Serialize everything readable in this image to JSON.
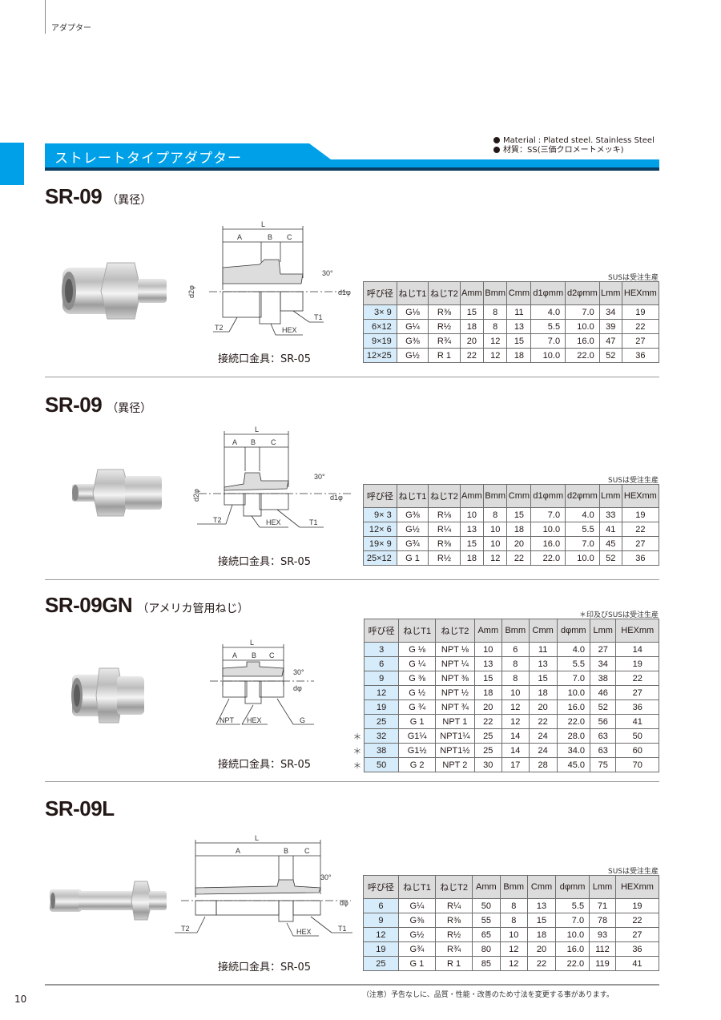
{
  "header": {
    "category": "アダプター"
  },
  "banner": {
    "title": "ストレートタイプアダプター",
    "color": "#00a0e9",
    "shadow_color": "#0a3d62"
  },
  "material": {
    "line1": "Material : Plated steel. Stainless Steel",
    "line2": "材質：SS(三価クロメートメッキ)"
  },
  "sections": [
    {
      "model": "SR-09",
      "subtitle": "（異径）",
      "order_note": "SUSは受注生産",
      "connector": "接続口金具：SR-05",
      "drawing_labels": {
        "L": "L",
        "A": "A",
        "B": "B",
        "C": "C",
        "angle": "30°",
        "d1": "d1φ",
        "d2": "d2φ",
        "T1": "T1",
        "T2": "T2",
        "HEX": "HEX"
      },
      "columns": [
        "呼び径",
        "ねじT1",
        "ねじT2",
        "Amm",
        "Bmm",
        "Cmm",
        "d1φmm",
        "d2φmm",
        "Lmm",
        "HEXmm"
      ],
      "rows": [
        [
          "3× 9",
          "G⅛",
          "R⅜",
          "15",
          "8",
          "11",
          "4.0",
          "7.0",
          "34",
          "19"
        ],
        [
          "6×12",
          "G¼",
          "R½",
          "18",
          "8",
          "13",
          "5.5",
          "10.0",
          "39",
          "22"
        ],
        [
          "9×19",
          "G⅜",
          "R¾",
          "20",
          "12",
          "15",
          "7.0",
          "16.0",
          "47",
          "27"
        ],
        [
          "12×25",
          "G½",
          "R 1",
          "22",
          "12",
          "18",
          "10.0",
          "22.0",
          "52",
          "36"
        ]
      ]
    },
    {
      "model": "SR-09",
      "subtitle": "（異径）",
      "order_note": "SUSは受注生産",
      "connector": "接続口金具：SR-05",
      "drawing_labels": {
        "L": "L",
        "A": "A",
        "B": "B",
        "C": "C",
        "angle": "30°",
        "d1": "d1φ",
        "d2": "d2φ",
        "T1": "T1",
        "T2": "T2",
        "HEX": "HEX"
      },
      "columns": [
        "呼び径",
        "ねじT1",
        "ねじT2",
        "Amm",
        "Bmm",
        "Cmm",
        "d1φmm",
        "d2φmm",
        "Lmm",
        "HEXmm"
      ],
      "rows": [
        [
          "9× 3",
          "G⅜",
          "R⅛",
          "10",
          "8",
          "15",
          "7.0",
          "4.0",
          "33",
          "19"
        ],
        [
          "12× 6",
          "G½",
          "R¼",
          "13",
          "10",
          "18",
          "10.0",
          "5.5",
          "41",
          "22"
        ],
        [
          "19× 9",
          "G¾",
          "R⅜",
          "15",
          "10",
          "20",
          "16.0",
          "7.0",
          "45",
          "27"
        ],
        [
          "25×12",
          "G 1",
          "R½",
          "18",
          "12",
          "22",
          "22.0",
          "10.0",
          "52",
          "36"
        ]
      ]
    },
    {
      "model": "SR-09GN",
      "subtitle": "（アメリカ管用ねじ）",
      "order_note": "＊印及びSUSは受注生産",
      "connector": "接続口金具：SR-05",
      "drawing_labels": {
        "L": "L",
        "A": "A",
        "B": "B",
        "C": "C",
        "angle": "30°",
        "d": "dφ",
        "NPT": "NPT",
        "HEX": "HEX",
        "G": "G"
      },
      "columns": [
        "呼び径",
        "ねじT1",
        "ねじT2",
        "Amm",
        "Bmm",
        "Cmm",
        "dφmm",
        "Lmm",
        "HEXmm"
      ],
      "rows": [
        [
          "",
          "3",
          "G ⅛",
          "NPT ⅛",
          "10",
          "6",
          "11",
          "4.0",
          "27",
          "14"
        ],
        [
          "",
          "6",
          "G ¼",
          "NPT ¼",
          "13",
          "8",
          "13",
          "5.5",
          "34",
          "19"
        ],
        [
          "",
          "9",
          "G ⅜",
          "NPT ⅜",
          "15",
          "8",
          "15",
          "7.0",
          "38",
          "22"
        ],
        [
          "",
          "12",
          "G ½",
          "NPT ½",
          "18",
          "10",
          "18",
          "10.0",
          "46",
          "27"
        ],
        [
          "",
          "19",
          "G ¾",
          "NPT ¾",
          "20",
          "12",
          "20",
          "16.0",
          "52",
          "36"
        ],
        [
          "",
          "25",
          "G 1",
          "NPT 1",
          "22",
          "12",
          "22",
          "22.0",
          "56",
          "41"
        ],
        [
          "＊",
          "32",
          "G1¼",
          "NPT1¼",
          "25",
          "14",
          "24",
          "28.0",
          "63",
          "50"
        ],
        [
          "＊",
          "38",
          "G1½",
          "NPT1½",
          "25",
          "14",
          "24",
          "34.0",
          "63",
          "60"
        ],
        [
          "＊",
          "50",
          "G 2",
          "NPT 2",
          "30",
          "17",
          "28",
          "45.0",
          "75",
          "70"
        ]
      ]
    },
    {
      "model": "SR-09L",
      "subtitle": "",
      "order_note": "SUSは受注生産",
      "connector": "接続口金具：SR-05",
      "drawing_labels": {
        "L": "L",
        "A": "A",
        "B": "B",
        "C": "C",
        "angle": "30°",
        "d": "dφ",
        "T1": "T1",
        "T2": "T2",
        "HEX": "HEX"
      },
      "columns": [
        "呼び径",
        "ねじT1",
        "ねじT2",
        "Amm",
        "Bmm",
        "Cmm",
        "dφmm",
        "Lmm",
        "HEXmm"
      ],
      "rows": [
        [
          "6",
          "G¼",
          "R¼",
          "50",
          "8",
          "13",
          "5.5",
          "71",
          "19"
        ],
        [
          "9",
          "G⅜",
          "R⅜",
          "55",
          "8",
          "15",
          "7.0",
          "78",
          "22"
        ],
        [
          "12",
          "G½",
          "R½",
          "65",
          "10",
          "18",
          "10.0",
          "93",
          "27"
        ],
        [
          "19",
          "G¾",
          "R¾",
          "80",
          "12",
          "20",
          "16.0",
          "112",
          "36"
        ],
        [
          "25",
          "G 1",
          "R 1",
          "85",
          "12",
          "22",
          "22.0",
          "119",
          "41"
        ]
      ]
    }
  ],
  "footer": {
    "note": "（注意）予告なしに、品質・性能・改善のため寸法を変更する事があります。",
    "page_number": "10"
  }
}
